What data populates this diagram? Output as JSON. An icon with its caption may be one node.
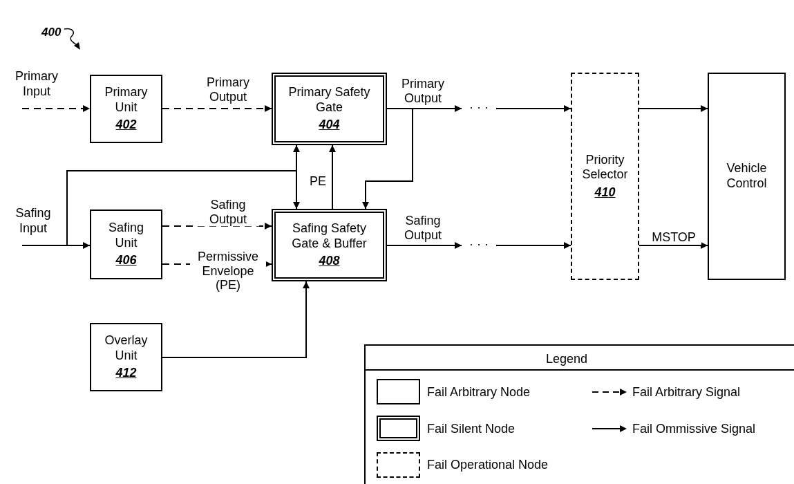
{
  "diagram": {
    "nodes": [
      {
        "text": [
          "Primary Input"
        ]
      },
      {
        "text": [
          "Primary Unit",
          "402"
        ]
      },
      {
        "text": [
          "Primary Safety Gate",
          "404"
        ]
      },
      {
        "text": [
          "Safing Input"
        ]
      },
      {
        "text": [
          "Safing Unit",
          "406"
        ]
      },
      {
        "text": [
          "Safing Safety Gate & Buffer",
          "408"
        ]
      },
      {
        "text": [
          "Priority Selector",
          "410"
        ]
      },
      {
        "text": [
          "Vehicle Control"
        ]
      },
      {
        "text": [
          "Overlay Unit",
          "412"
        ]
      },
      {
        "text": [
          "· · ·"
        ]
      },
      {
        "text": [
          "· · ·"
        ]
      }
    ],
    "edges": [
      {
        "from": 0,
        "to": 1,
        "arrow": "to",
        "style": "dashed"
      },
      {
        "from": 1,
        "to": 2,
        "arrow": "to",
        "style": "dashed",
        "label": "Primary Output"
      },
      {
        "from": 3,
        "to": 4,
        "arrow": "to"
      },
      {
        "from": 3,
        "to": 2,
        "arrow": "to"
      },
      {
        "from": 3,
        "to": 5,
        "arrow": "to"
      },
      {
        "from": 5,
        "to": 2,
        "arrow": "to",
        "label": "PE"
      },
      {
        "from": 2,
        "to": 5,
        "arrow": "to"
      },
      {
        "from": 4,
        "to": 5,
        "arrow": "to",
        "style": "dashed",
        "label": "Safing Output"
      },
      {
        "from": 4,
        "to": 5,
        "arrow": "to",
        "style": "dashed",
        "label": "Permissive Envelope (PE)"
      },
      {
        "from": 8,
        "to": 5,
        "arrow": "to"
      },
      {
        "from": 2,
        "to": 9,
        "arrow": "to",
        "label": "Primary Output"
      },
      {
        "from": 9,
        "to": 6,
        "arrow": "to"
      },
      {
        "from": 5,
        "to": 10,
        "arrow": "to",
        "label": "Safing Output"
      },
      {
        "from": 10,
        "to": 6,
        "arrow": "to"
      },
      {
        "from": 6,
        "to": 7,
        "arrow": "to"
      },
      {
        "from": 6,
        "to": 7,
        "arrow": "to",
        "label": "MSTOP"
      }
    ],
    "labels": [
      "400",
      "Legend"
    ],
    "legend": [
      {
        "text": "Fail Arbitrary Node"
      },
      {
        "text": "Fail Arbitrary Signal"
      },
      {
        "text": "Fail Silent Node"
      },
      {
        "text": "Fail Ommissive Signal"
      },
      {
        "text": "Fail Operational Node"
      }
    ]
  }
}
